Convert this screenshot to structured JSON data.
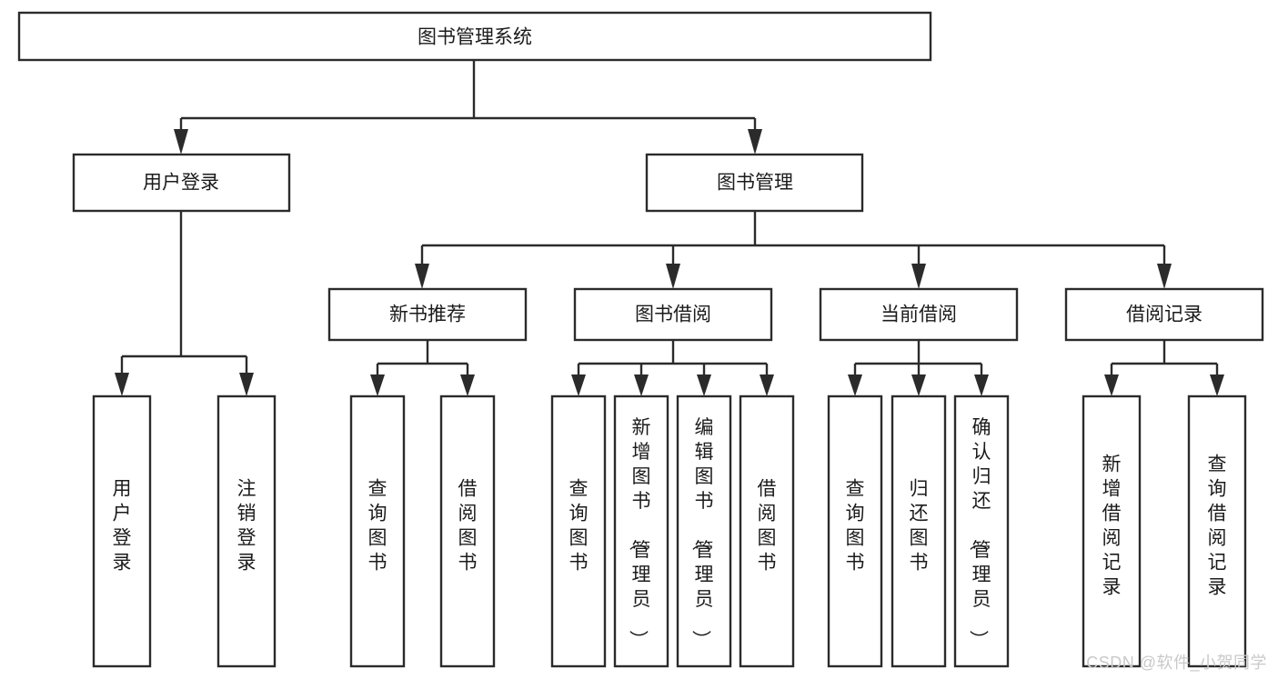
{
  "diagram": {
    "type": "tree",
    "title": "图书管理系统",
    "watermark": "CSDN @软件_小贺同学",
    "colors": {
      "box_stroke": "#2b2b2b",
      "box_fill": "#ffffff",
      "text": "#1b1b1b",
      "background": "#ffffff",
      "watermark": "#c9c9c9"
    },
    "levels": {
      "root": {
        "label": "图书管理系统"
      },
      "level2": [
        {
          "label": "用户登录"
        },
        {
          "label": "图书管理"
        }
      ],
      "level3": [
        {
          "label": "新书推荐"
        },
        {
          "label": "图书借阅"
        },
        {
          "label": "当前借阅"
        },
        {
          "label": "借阅记录"
        }
      ],
      "leaves": [
        {
          "label": "用户登录",
          "parent": "用户登录"
        },
        {
          "label": "注销登录",
          "parent": "用户登录"
        },
        {
          "label": "查询图书",
          "parent": "新书推荐"
        },
        {
          "label": "借阅图书",
          "parent": "新书推荐"
        },
        {
          "label": "查询图书",
          "parent": "图书借阅"
        },
        {
          "label": "新增图书（管理员）",
          "parent": "图书借阅"
        },
        {
          "label": "编辑图书（管理员）",
          "parent": "图书借阅"
        },
        {
          "label": "借阅图书",
          "parent": "图书借阅"
        },
        {
          "label": "查询图书",
          "parent": "当前借阅"
        },
        {
          "label": "归还图书",
          "parent": "当前借阅"
        },
        {
          "label": "确认归还（管理员）",
          "parent": "当前借阅"
        },
        {
          "label": "新增借阅记录",
          "parent": "借阅记录"
        },
        {
          "label": "查询借阅记录",
          "parent": "借阅记录"
        }
      ]
    }
  }
}
